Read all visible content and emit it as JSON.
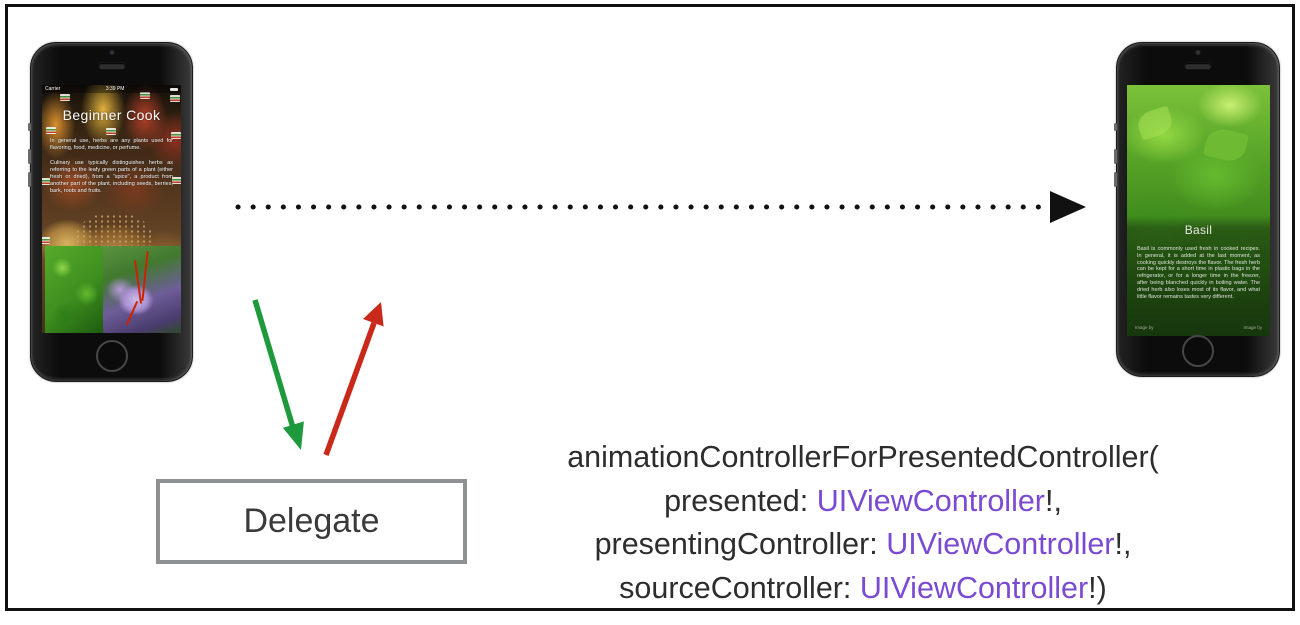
{
  "left_phone": {
    "status": {
      "carrier": "Carrier",
      "time": "3:39 PM"
    },
    "title": "Beginner Cook",
    "para1": "In general use, herbs are any plants used for flavoring, food, medicine, or perfume.",
    "para2": "Culinary use typically distinguishes herbs as referring to the leafy green parts of a plant (either fresh or dried), from a \"spice\", a product from another part of the plant, including seeds, berries, bark, roots and fruits."
  },
  "right_phone": {
    "title": "Basil",
    "para": "Basil is commonly used fresh in cooked recipes. In general, it is added at the last moment, as cooking quickly destroys the flavor. The fresh herb can be kept for a short time in plastic bags in the refrigerator, or for a longer time in the freezer, after being blanched quickly in boiling water. The dried herb also loses most of its flavor, and what little flavor remains tastes very different.",
    "credit_left": "Image by",
    "credit_right": "Image by"
  },
  "delegate": {
    "label": "Delegate"
  },
  "code": {
    "line1": "animationControllerForPresentedController(",
    "params": [
      {
        "prefix": "presented: ",
        "type": "UIViewController",
        "suffix": "!,"
      },
      {
        "prefix": "presentingController: ",
        "type": "UIViewController",
        "suffix": "!,"
      },
      {
        "prefix": "sourceController: ",
        "type": "UIViewController",
        "suffix": "!)"
      }
    ]
  },
  "colors": {
    "dotted_arrow": "#111111",
    "arrow_green": "#1e9a3c",
    "arrow_red": "#c9291a",
    "code_type_purple": "#7a4bd1",
    "delegate_border_gray": "#8e9093"
  }
}
